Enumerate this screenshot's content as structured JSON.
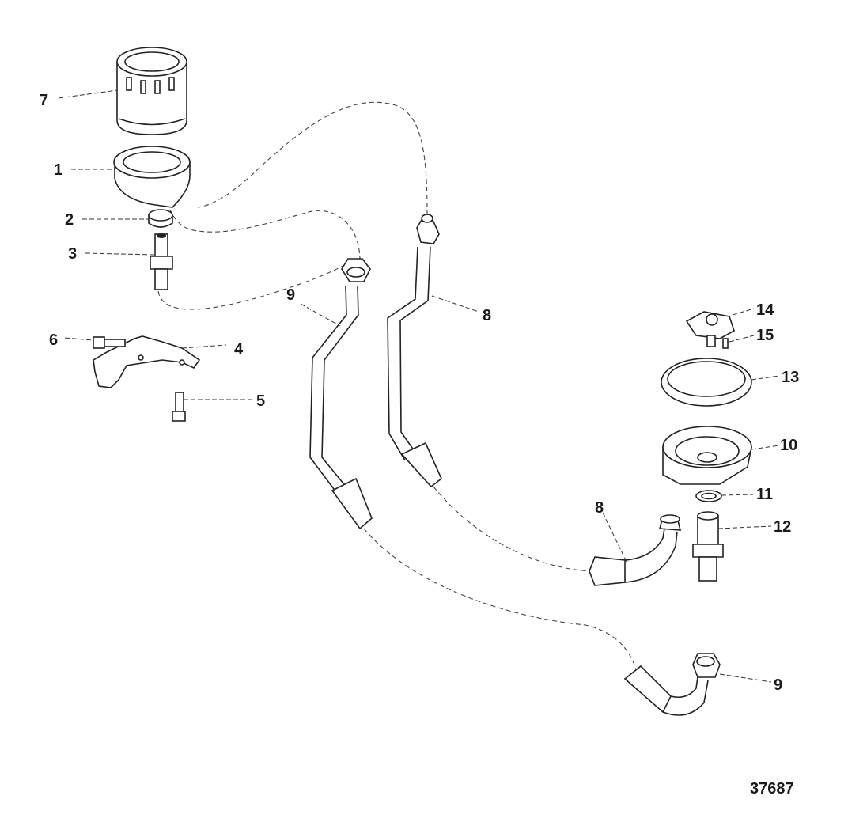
{
  "callouts": [
    {
      "id": "c7",
      "label": "7"
    },
    {
      "id": "c1",
      "label": "1"
    },
    {
      "id": "c2",
      "label": "2"
    },
    {
      "id": "c3",
      "label": "3"
    },
    {
      "id": "c6",
      "label": "6"
    },
    {
      "id": "c4",
      "label": "4"
    },
    {
      "id": "c5",
      "label": "5"
    },
    {
      "id": "c9a",
      "label": "9"
    },
    {
      "id": "c8a",
      "label": "8"
    },
    {
      "id": "c14",
      "label": "14"
    },
    {
      "id": "c15",
      "label": "15"
    },
    {
      "id": "c13",
      "label": "13"
    },
    {
      "id": "c10",
      "label": "10"
    },
    {
      "id": "c11",
      "label": "11"
    },
    {
      "id": "c8b",
      "label": "8"
    },
    {
      "id": "c12",
      "label": "12"
    },
    {
      "id": "c9b",
      "label": "9"
    }
  ],
  "figure_number": "37687"
}
